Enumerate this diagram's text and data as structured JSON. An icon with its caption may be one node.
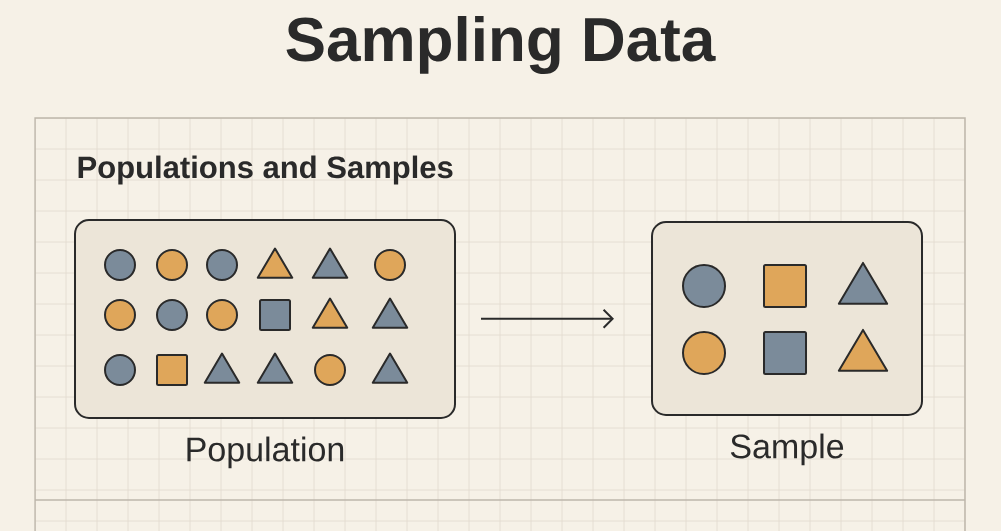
{
  "diagram": {
    "title": "Sampling Data",
    "nodes": [
      {
        "text": [
          "Population"
        ]
      },
      {
        "text": [
          "Sample"
        ]
      }
    ],
    "edges": [
      {
        "from": 0,
        "to": 1,
        "arrow": "to"
      }
    ],
    "labels": [
      "Populations and Samples"
    ]
  }
}
